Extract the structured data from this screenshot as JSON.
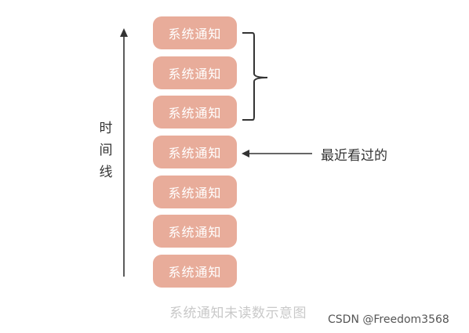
{
  "timeline": {
    "label": "时间线"
  },
  "notifications": [
    "系统通知",
    "系统通知",
    "系统通知",
    "系统通知",
    "系统通知",
    "系统通知",
    "系统通知"
  ],
  "pointer": {
    "label": "最近看过的"
  },
  "caption": "系统通知未读数示意图",
  "watermark": "CSDN @Freedom3568",
  "colors": {
    "card": "#e8ac9a",
    "card_text": "#ffffff",
    "line": "#333333",
    "caption": "#c9c9c9"
  }
}
